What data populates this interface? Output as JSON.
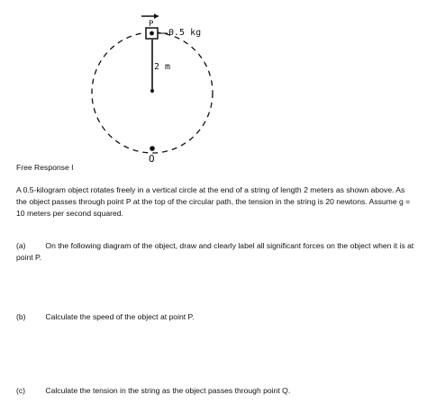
{
  "diagram": {
    "point_top_label": "P",
    "mass_label": "0.5 kg",
    "radius_label": "2 m",
    "point_bottom_label": "Q"
  },
  "heading": "Free Response I",
  "intro": "A 0.5-kilogram object rotates freely in a vertical circle at the end of a string of length 2 meters as shown above.  As the object passes through point P at the top of the circular path, the tension in the string is 20 newtons.  Assume g = 10 meters per second squared.",
  "parts": [
    {
      "label": "(a)",
      "text": "On the following diagram of the object, draw and clearly label all significant forces on the object when it is at point P."
    },
    {
      "label": "(b)",
      "text": "Calculate the speed of the object at point P."
    },
    {
      "label": "(c)",
      "text": "Calculate the tension in the string as the object passes through point Q."
    }
  ]
}
